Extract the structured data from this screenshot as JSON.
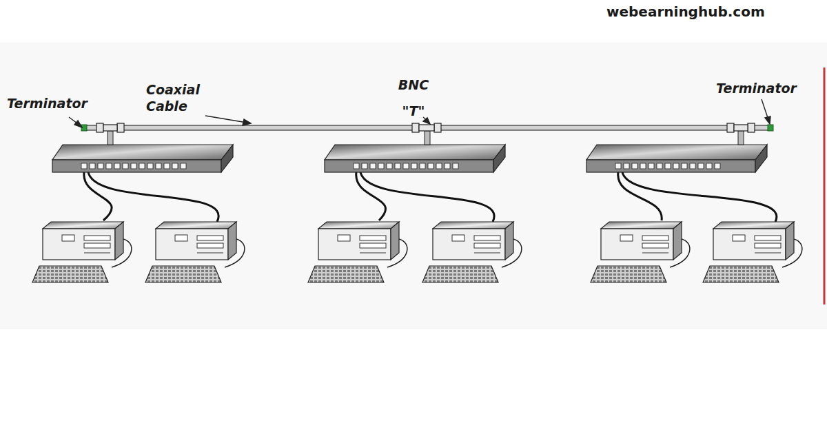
{
  "diagram": {
    "labels": [
      "webearninghub.com",
      "Terminator",
      "Coaxial Cable",
      "BNC \"T\"",
      "Terminator"
    ]
  }
}
